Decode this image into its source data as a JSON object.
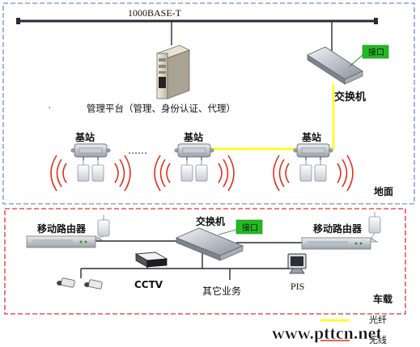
{
  "backbone_label": "1000BASE-T",
  "platform_label": "管理平台（管理、身份认证、代理）",
  "ground": {
    "switch_label": "交换机",
    "port_label": "接口",
    "base_station_labels": [
      "基站",
      "基站",
      "基站"
    ],
    "ellipsis": "……",
    "zone_label": "地面"
  },
  "vehicle": {
    "router_left_label": "移动路由器",
    "router_right_label": "移动路由器",
    "switch_label": "交换机",
    "port_label": "接口",
    "cctv_label": "CCTV",
    "other_services_label": "其它业务",
    "pis_label": "PIS",
    "zone_label": "车载"
  },
  "legend": {
    "fiber_label": "光纤",
    "wireless_label": "无线",
    "fiber_color": "#ffff00"
  },
  "watermark": "www.pttcn.net",
  "colors": {
    "ground_border": "#6f8fcf",
    "vehicle_border": "#e03030",
    "port_tag_fill": "#22bb22",
    "wave_color": "#e03020",
    "fiber": "#ffff00"
  },
  "icons": [
    "server-icon",
    "switch-icon",
    "base-station-icon",
    "antenna-icon",
    "router-icon",
    "camera-icon",
    "monitor-icon"
  ]
}
